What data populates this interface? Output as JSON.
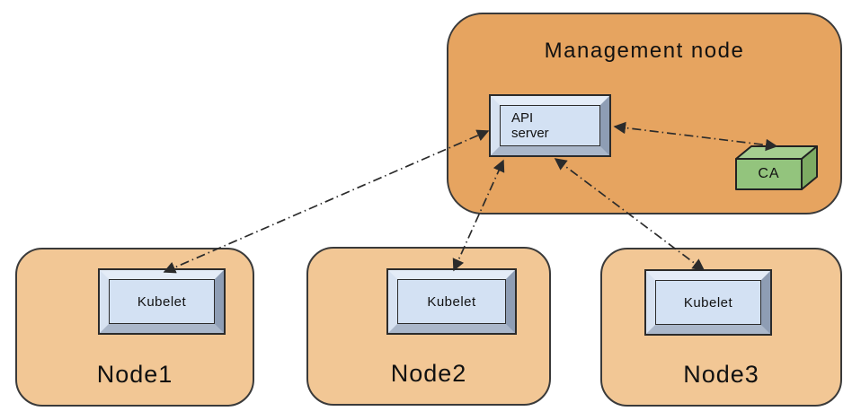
{
  "colors": {
    "canvas_bg": "#ffffff",
    "management_fill": "#e6a460",
    "node_fill": "#f2c795",
    "box_border": "#3a3a3a",
    "panel_fill": "#d3e1f3",
    "bevel_top": "#e4ecf7",
    "bevel_left": "#d7e2f1",
    "bevel_right": "#8e9db4",
    "bevel_bottom": "#aab7ca",
    "ca_front": "#93c47d",
    "ca_top": "#a6cf90",
    "ca_side": "#7dab63",
    "arrow": "#2b2b2b",
    "text": "#111111"
  },
  "diagram": {
    "management_node": {
      "title": "Management node",
      "api_server_label": "API server",
      "ca_label": "CA"
    },
    "nodes": [
      {
        "label": "Node1",
        "component": "Kubelet"
      },
      {
        "label": "Node2",
        "component": "Kubelet"
      },
      {
        "label": "Node3",
        "component": "Kubelet"
      }
    ],
    "connections": [
      {
        "from": "API server",
        "to": "Kubelet (Node1)",
        "style": "dash-dot",
        "bidirectional": true
      },
      {
        "from": "API server",
        "to": "Kubelet (Node2)",
        "style": "dash-dot",
        "bidirectional": true
      },
      {
        "from": "API server",
        "to": "Kubelet (Node3)",
        "style": "dash-dot",
        "bidirectional": true
      },
      {
        "from": "API server",
        "to": "CA",
        "style": "dash-dot",
        "bidirectional": true
      }
    ]
  }
}
